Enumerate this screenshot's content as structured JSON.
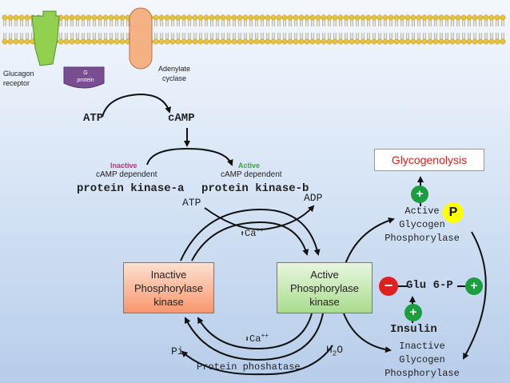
{
  "membrane": {
    "glucagon_receptor": "Glucagon\nreceptor",
    "g_protein": "G\nprotein",
    "adenylate_cyclase": "Adenylate\ncyclase"
  },
  "reaction1": {
    "substrate": "ATP",
    "product": "cAMP"
  },
  "pka": {
    "inactive_status": "Inactive",
    "inactive_sub": "cAMP dependent",
    "inactive_name": "protein kinase-a",
    "active_status": "Active",
    "active_sub": "cAMP dependent",
    "active_name": "protein kinase-b"
  },
  "cycle": {
    "atp": "ATP",
    "adp": "ADP",
    "ca_up": "Ca",
    "ca_up_sup": "++",
    "ca_down": "Ca",
    "ca_down_sup": "++",
    "pi": "Pi",
    "h2o_main": "H",
    "h2o_sub": "2",
    "h2o_tail": "O",
    "phosphatase": "Protein phoshatase"
  },
  "boxes": {
    "inactive_kinase": "Inactive\nPhosphorylase\nkinase",
    "active_kinase": "Active\nPhosphorylase\nkinase"
  },
  "glycogen": {
    "glycogenolysis": "Glycogenolysis",
    "active_gp": "Active\nGlycogen\nPhosphorylase",
    "p_badge": "P",
    "inactive_gp": "Inactive\nGlycogen\nPhosphorylase",
    "glu6p": "Glu 6-P",
    "insulin": "Insulin",
    "plus": "+",
    "minus": "−"
  },
  "colors": {
    "green": "#1a9e3e",
    "red": "#e0201e",
    "magenta": "#d6247e",
    "active_green": "#3aa63a",
    "yellow": "#ffff00",
    "receptor": "#92d050",
    "g_protein": "#7a4d92",
    "cyclase": "#f4b183"
  }
}
